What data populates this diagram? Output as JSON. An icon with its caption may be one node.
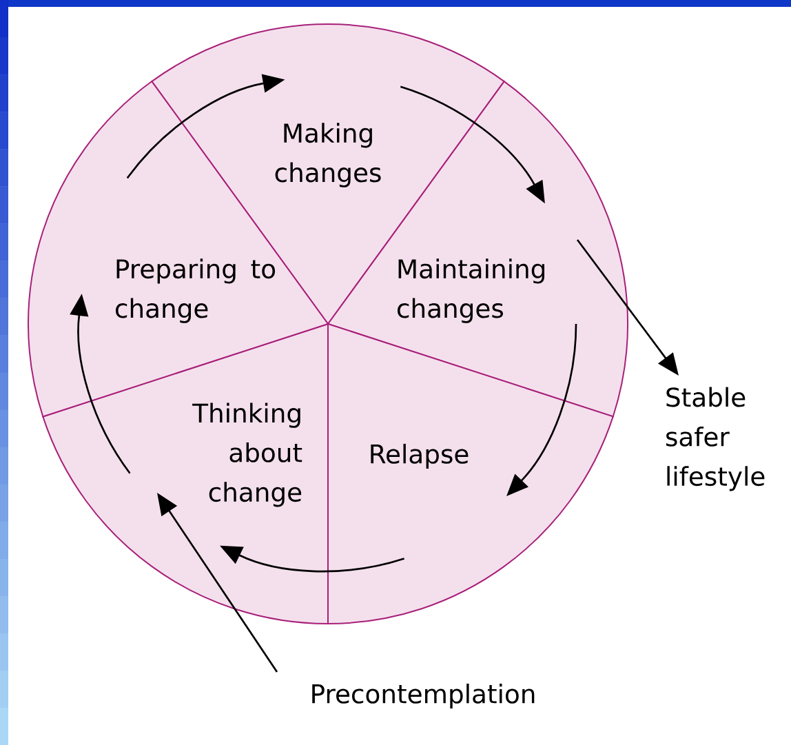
{
  "diagram": {
    "nodes": [
      {
        "text": [
          "Making changes"
        ]
      },
      {
        "text": [
          "Maintaining changes"
        ]
      },
      {
        "text": [
          "Relapse"
        ]
      },
      {
        "text": [
          "Thinking about change"
        ]
      },
      {
        "text": [
          "Preparing to change"
        ]
      },
      {
        "text": [
          "Stable safer lifestyle"
        ]
      },
      {
        "text": [
          "Precontemplation"
        ]
      }
    ],
    "edges": [
      {
        "from": 4,
        "to": 0,
        "arrow": "to"
      },
      {
        "from": 0,
        "to": 1,
        "arrow": "to"
      },
      {
        "from": 1,
        "to": 2,
        "arrow": "to"
      },
      {
        "from": 2,
        "to": 3,
        "arrow": "to"
      },
      {
        "from": 3,
        "to": 4,
        "arrow": "to"
      },
      {
        "from": 1,
        "to": 5,
        "arrow": "to"
      },
      {
        "from": 6,
        "to": 3,
        "arrow": "to"
      }
    ]
  }
}
